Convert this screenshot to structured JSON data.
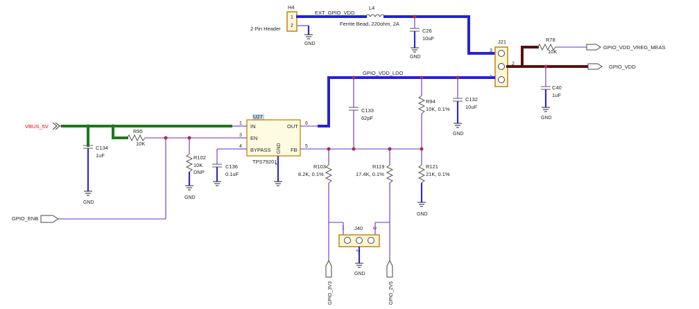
{
  "components": {
    "h4": {
      "ref": "H4",
      "desc": "2 Pin Header",
      "pin1": "1",
      "pin2": "2"
    },
    "l4": {
      "ref": "L4",
      "value": "Ferrite Bead, 220ohm, 2A"
    },
    "c26": {
      "ref": "C26",
      "value": "10uF"
    },
    "j21": {
      "ref": "J21",
      "pin1": "1",
      "pin2": "2",
      "pin3": "3"
    },
    "r78": {
      "ref": "R78",
      "value": "10K"
    },
    "c40": {
      "ref": "C40",
      "value": "1uF"
    },
    "u27": {
      "ref": "U27",
      "part": "TPS79201",
      "pin_in": "IN",
      "pin_en": "EN",
      "pin_bypass": "BYPASS",
      "pin_gnd": "GND",
      "pin_out": "OUT",
      "pin_fb": "FB",
      "num_in": "1",
      "num_en": "3",
      "num_bypass": "4",
      "num_gnd": "2",
      "num_out": "6",
      "num_fb": "5"
    },
    "r95": {
      "ref": "R95",
      "value": "10K"
    },
    "c134": {
      "ref": "C134",
      "value": "1uF"
    },
    "r102": {
      "ref": "R102",
      "value": "10K",
      "note": "DNP"
    },
    "c136": {
      "ref": "C136",
      "value": "0.1uF"
    },
    "c133": {
      "ref": "C133",
      "value": "62pF"
    },
    "r94": {
      "ref": "R94",
      "value": "10K, 0.1%"
    },
    "c132": {
      "ref": "C132",
      "value": "10uF"
    },
    "r103": {
      "ref": "R103",
      "value": "8.2K, 0.1%"
    },
    "r119": {
      "ref": "R119",
      "value": "17.4K, 0.1%"
    },
    "r121": {
      "ref": "R121",
      "value": "21K, 0.1%"
    },
    "j40": {
      "ref": "J40",
      "pin1": "1",
      "pin2": "2",
      "pin3": "3"
    }
  },
  "nets": {
    "ext_gpio_vdd": "EXT_GPIO_VDD",
    "gpio_vdd_ldo": "GPIO_VDD_LDO",
    "vbus_5v": "VBUS_5V",
    "gpio_enb": "GPIO_ENB",
    "gpio_vdd_vreg_meas": "GPIO_VDD_VREG_MEAS",
    "gpio_vdd": "GPIO_VDD",
    "gpio_3v3": "GPIO_3V3",
    "gpio_2v5": "GPIO_2V5",
    "gnd": "GND"
  },
  "colors": {
    "wire": "#6a2cc8",
    "bus_blue": "#2222dd",
    "bus_green": "#1b7a1b",
    "bus_dark": "#5a1010",
    "power_label": "#e00000",
    "component_outline": "#c48a1a",
    "junction": "#c0252b"
  }
}
